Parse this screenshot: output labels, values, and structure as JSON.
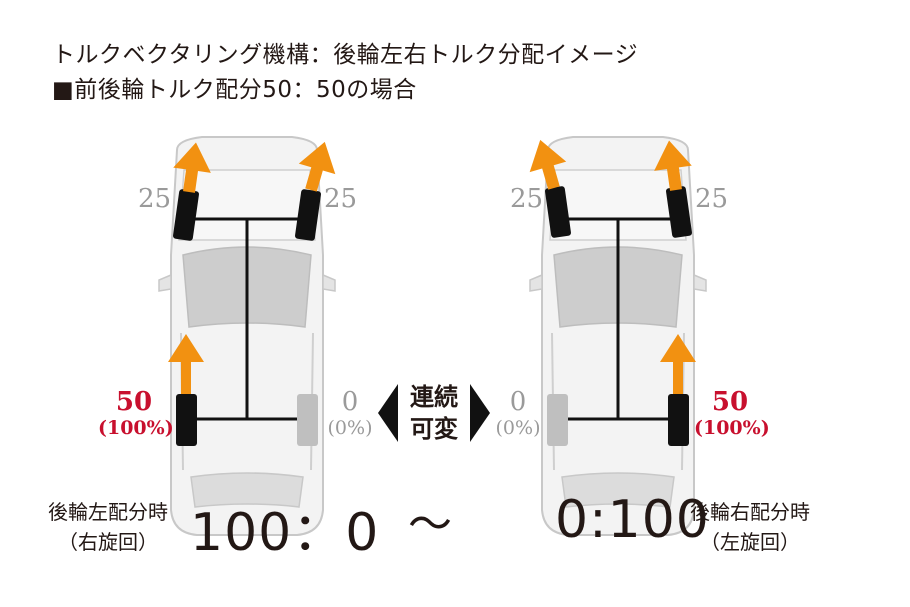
{
  "title": {
    "line1": "トルクベクタリング機構：後輪左右トルク分配イメージ",
    "line2": "■前後輪トルク配分50：50の場合"
  },
  "left_car": {
    "front_left": "25",
    "front_right": "25",
    "rear_left_value": "50",
    "rear_left_percent": "(100%)",
    "rear_right_value": "0",
    "rear_right_percent": "(0%)",
    "caption_line1": "後輪左配分時",
    "caption_line2": "（右旋回）",
    "ratio": "100：0"
  },
  "right_car": {
    "front_left": "25",
    "front_right": "25",
    "rear_left_value": "0",
    "rear_left_percent": "(0%)",
    "rear_right_value": "50",
    "rear_right_percent": "(100%)",
    "caption_line1": "後輪右配分時",
    "caption_line2": "（左旋回）",
    "ratio": "0:100"
  },
  "center": {
    "line1": "連続",
    "line2": "可変",
    "tilde": "～"
  },
  "colors": {
    "arrow": "#f29111",
    "tire": "#111111",
    "inactive_tire": "#bfbfbf",
    "active_text": "#c8102e",
    "inactive_text": "#9a9a9a",
    "car_body": "#e6e6e6"
  }
}
